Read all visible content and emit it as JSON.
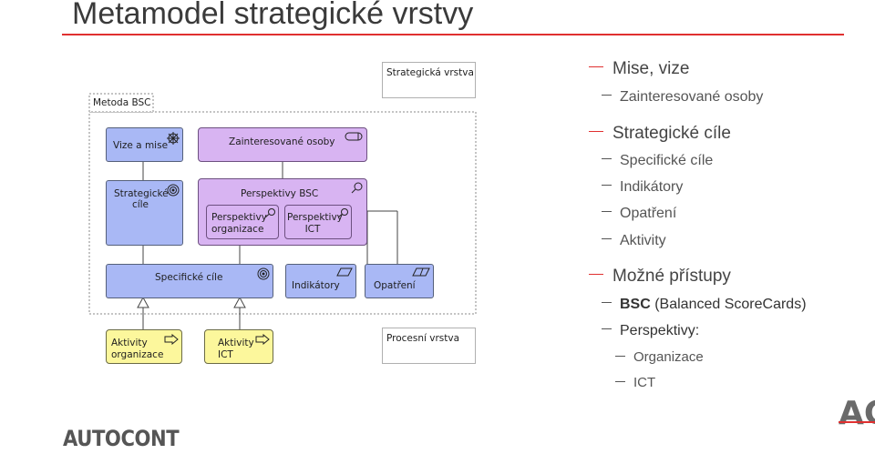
{
  "title": "Metamodel strategické vrstvy",
  "diagram": {
    "strategic_layer_label": "Strategická vrstva",
    "process_layer_label": "Procesní vrstva",
    "group_label": "Metoda BSC",
    "vision": "Vize a mise",
    "stakeholders": "Zainteresované osoby",
    "strategic_goals": "Strategické\ncíle",
    "bsc_perspectives": "Perspektivy BSC",
    "perspective_org": "Perspektivy\norganizace",
    "perspective_ict": "Perspektivy\nICT",
    "specific_goals": "Specifické cíle",
    "indicators": "Indikátory",
    "measures": "Opatření",
    "activities_org": "Aktivity\norganizace",
    "activities_ict": "Aktivity\nICT"
  },
  "bullets": {
    "item1": "Mise, vize",
    "item1_sub1": "Zainteresované osoby",
    "item2": "Strategické cíle",
    "item2_sub1": "Specifické cíle",
    "item2_sub2": "Indikátory",
    "item2_sub3": "Opatření",
    "item2_sub4": "Aktivity",
    "item3": "Možné přístupy",
    "item3_sub1_bold": "BSC",
    "item3_sub1_rest": " (Balanced ScoreCards)",
    "item3_sub2": "Perspektivy:",
    "item3_sub2_sub1": "Organizace",
    "item3_sub2_sub2": "ICT"
  },
  "footer": {
    "logo": "AUTOCONT",
    "ac_logo": "AC"
  },
  "colors": {
    "accent": "#e03030",
    "motivation_blue": "#a9b8f5",
    "bsc_purple": "#d8b4f2",
    "activity_yellow": "#fcf79c"
  }
}
